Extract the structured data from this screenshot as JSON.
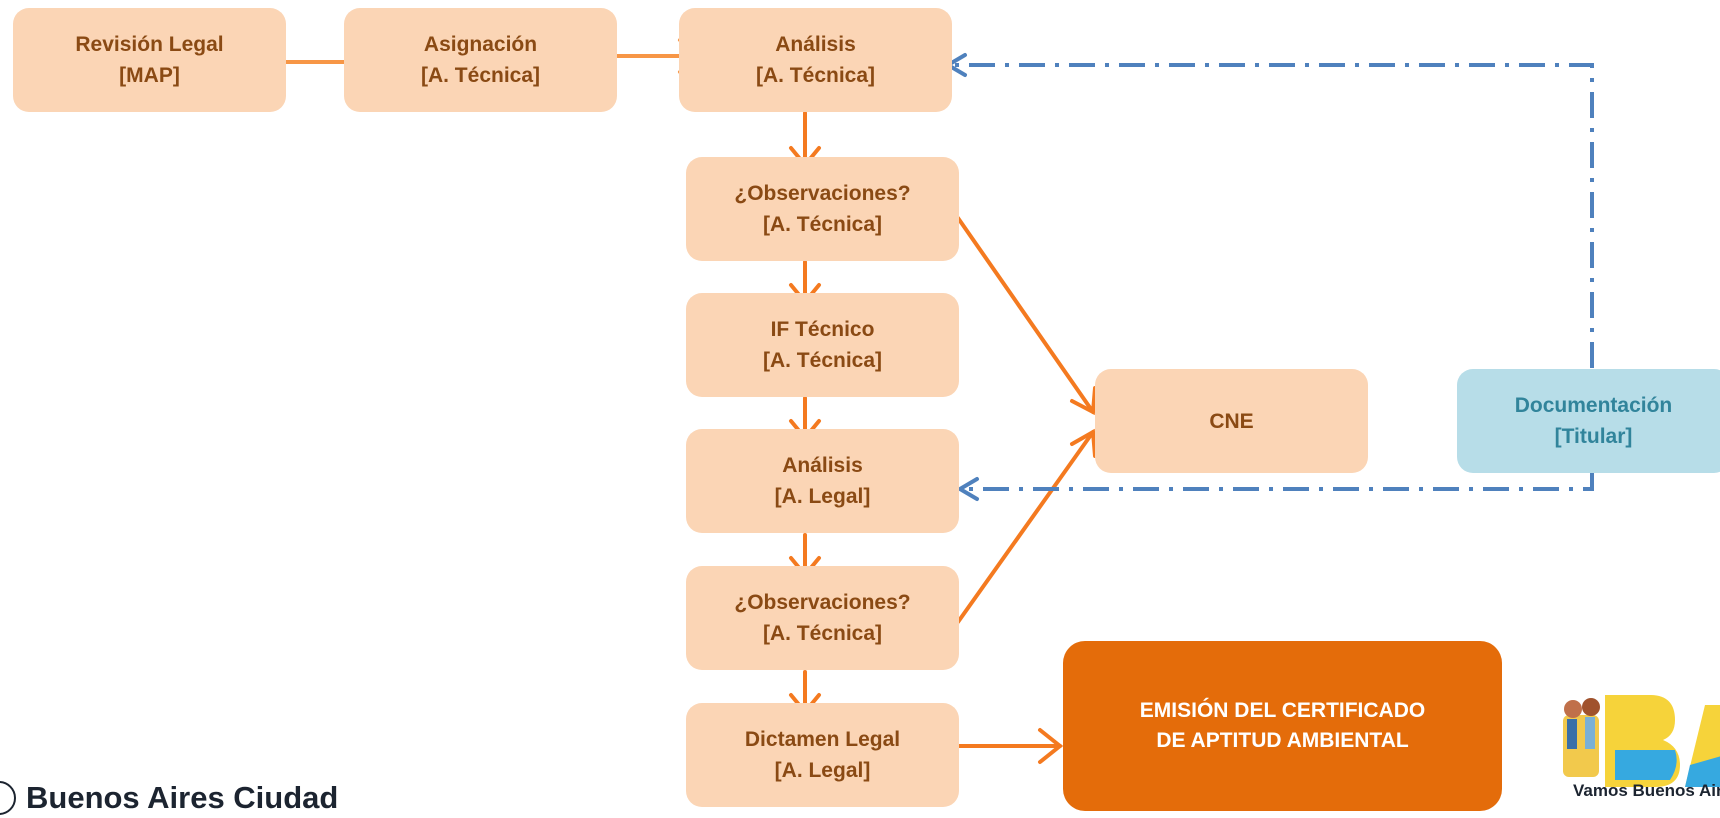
{
  "nodes": {
    "revision_legal": {
      "line1": "Revisión Legal",
      "line2": "[MAP]"
    },
    "asignacion": {
      "line1": "Asignación",
      "line2": "[A. Técnica]"
    },
    "analisis_tecnica": {
      "line1": "Análisis",
      "line2": "[A. Técnica]"
    },
    "observaciones_1": {
      "line1": "¿Observaciones?",
      "line2": "[A. Técnica]"
    },
    "if_tecnico": {
      "line1": "IF Técnico",
      "line2": "[A. Técnica]"
    },
    "analisis_legal": {
      "line1": "Análisis",
      "line2": "[A. Legal]"
    },
    "observaciones_2": {
      "line1": "¿Observaciones?",
      "line2": "[A. Técnica]"
    },
    "dictamen_legal": {
      "line1": "Dictamen Legal",
      "line2": "[A. Legal]"
    },
    "cne": {
      "line1": "CNE"
    },
    "documentacion": {
      "line1": "Documentación",
      "line2": "[Titular]"
    },
    "emision": {
      "line1": "EMISIÓN DEL CERTIFICADO",
      "line2": "DE APTITUD AMBIENTAL"
    }
  },
  "footer": {
    "left_logo_text": "Buenos Aires Ciudad",
    "right_logo_caption": "Vamos Buenos Aires"
  },
  "colors": {
    "node_fill": "#fbd5b5",
    "node_text": "#8a4a14",
    "arrow_orange": "#f47a20",
    "arrow_blue_dashed": "#4f81bd",
    "doc_fill": "#b7dde8",
    "doc_text": "#31849b",
    "final_fill": "#e46c0a"
  }
}
